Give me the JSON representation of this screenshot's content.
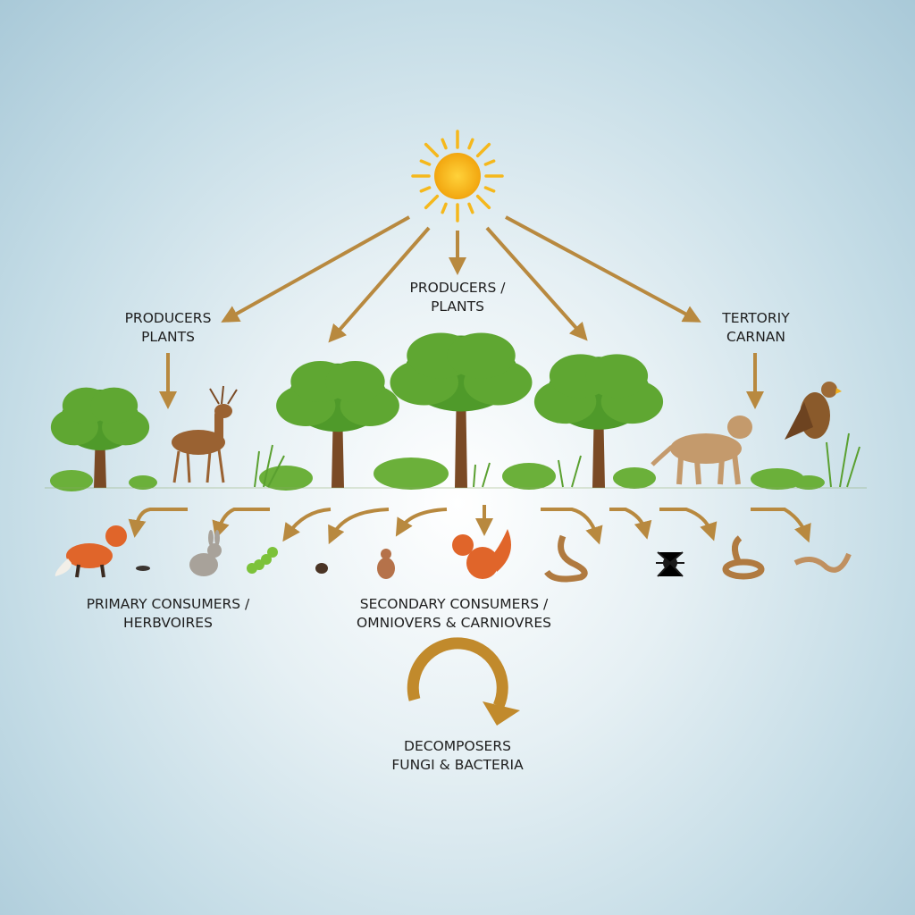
{
  "labels": {
    "producers_left": {
      "line1": "PRODUCERS",
      "line2": "PLANTS"
    },
    "producers_center": {
      "line1": "PRODUCERS /",
      "line2": "PLANTS"
    },
    "tertiary": {
      "line1": "TERTORIY",
      "line2": "CARNAN"
    },
    "primary": {
      "line1": "PRIMARY CONSUMERS /",
      "line2": "HERBVOIRES"
    },
    "secondary": {
      "line1": "SECONDARY CONSUMERS /",
      "line2": "OMNIOVERS & CARNIOVRES"
    },
    "decomposers": {
      "line1": "DECOMPOSERS",
      "line2": "FUNGI & BACTERIA"
    }
  },
  "colors": {
    "arrow": "#b8893f",
    "sun": "#f5b81c",
    "leaf": "#5fa732",
    "trunk": "#7a4a25"
  }
}
